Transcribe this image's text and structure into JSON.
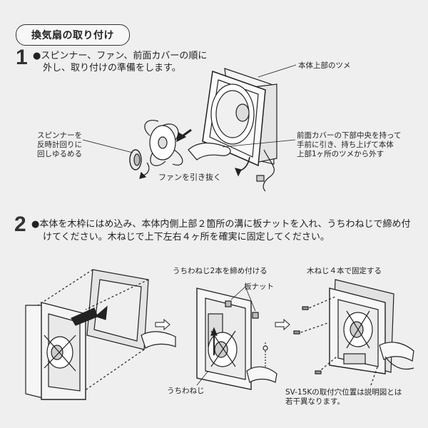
{
  "title": "換気扇の取り付け",
  "step1": {
    "number": "1",
    "text_line1": "●スピンナー、ファン、前面カバーの順に",
    "text_line2": "外し、取り付けの準備をします。",
    "callouts": {
      "top_hook": "本体上部のツメ",
      "spinner": [
        "スピンナーを",
        "反時計回りに",
        "回しゆるめる"
      ],
      "front_cover": [
        "前面カバーの下部中央を持って",
        "手前に引き、持ち上げて本体",
        "上部1ヶ所のツメから外す"
      ],
      "fan": "ファンを引き抜く"
    }
  },
  "step2": {
    "number": "2",
    "text_line1": "●本体を木枠にはめ込み、本体内側上部２箇所の溝に板ナットを入れ、うちわねじで締め付",
    "text_line2": "けてください。木ねじで上下左右４ヶ所を確実に固定してください。",
    "callouts": {
      "tighten": "うちわねじ2本を締め付ける",
      "plate_nut": "板ナット",
      "screw": "うちわねじ",
      "wood_screw": "木ねじ４本で固定する",
      "note": [
        "SV-15Kの取付穴位置は説明図とは",
        "若干異なります。"
      ]
    }
  }
}
